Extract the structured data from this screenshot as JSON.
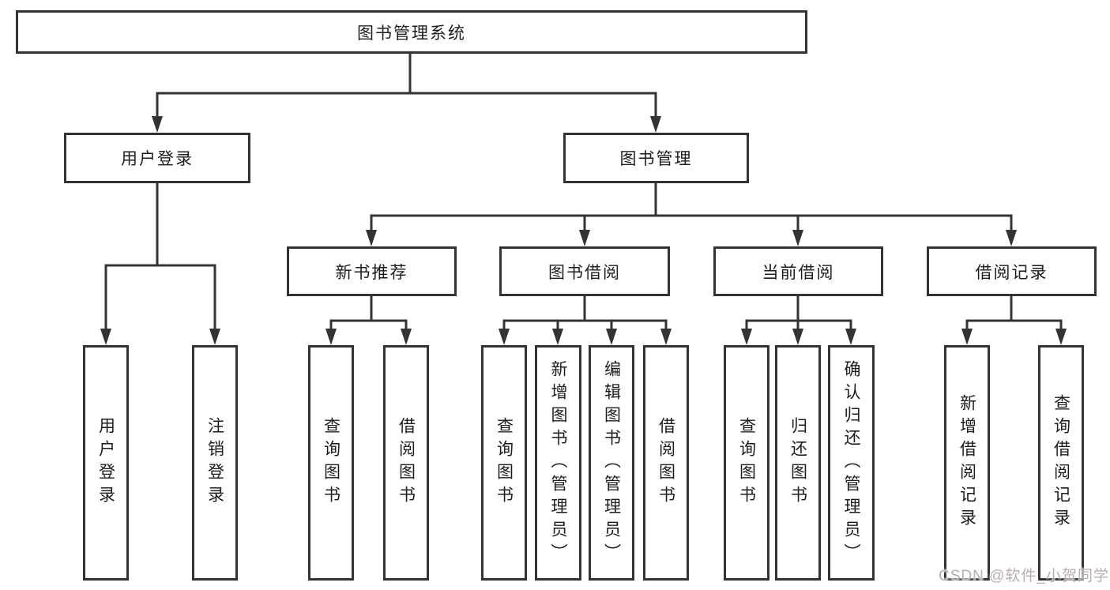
{
  "diagram": {
    "tree": {
      "label": "图书管理系统",
      "children": [
        {
          "label": "用户登录",
          "children": [
            {
              "label": "用户登录"
            },
            {
              "label": "注销登录"
            }
          ]
        },
        {
          "label": "图书管理",
          "children": [
            {
              "label": "新书推荐",
              "children": [
                {
                  "label": "查询图书"
                },
                {
                  "label": "借阅图书"
                }
              ]
            },
            {
              "label": "图书借阅",
              "children": [
                {
                  "label": "查询图书"
                },
                {
                  "label": "新增图书（管理员）"
                },
                {
                  "label": "编辑图书（管理员）"
                },
                {
                  "label": "借阅图书"
                }
              ]
            },
            {
              "label": "当前借阅",
              "children": [
                {
                  "label": "查询图书"
                },
                {
                  "label": "归还图书"
                },
                {
                  "label": "确认归还（管理员）"
                }
              ]
            },
            {
              "label": "借阅记录",
              "children": [
                {
                  "label": "新增借阅记录"
                },
                {
                  "label": "查询借阅记录"
                }
              ]
            }
          ]
        }
      ]
    },
    "watermark": "CSDN @软件_小贺同学",
    "colors": {
      "line": "#333333",
      "border": "#333333",
      "text": "#1c1c1c",
      "watermark": "#b7aeae",
      "background": "#ffffff"
    }
  }
}
